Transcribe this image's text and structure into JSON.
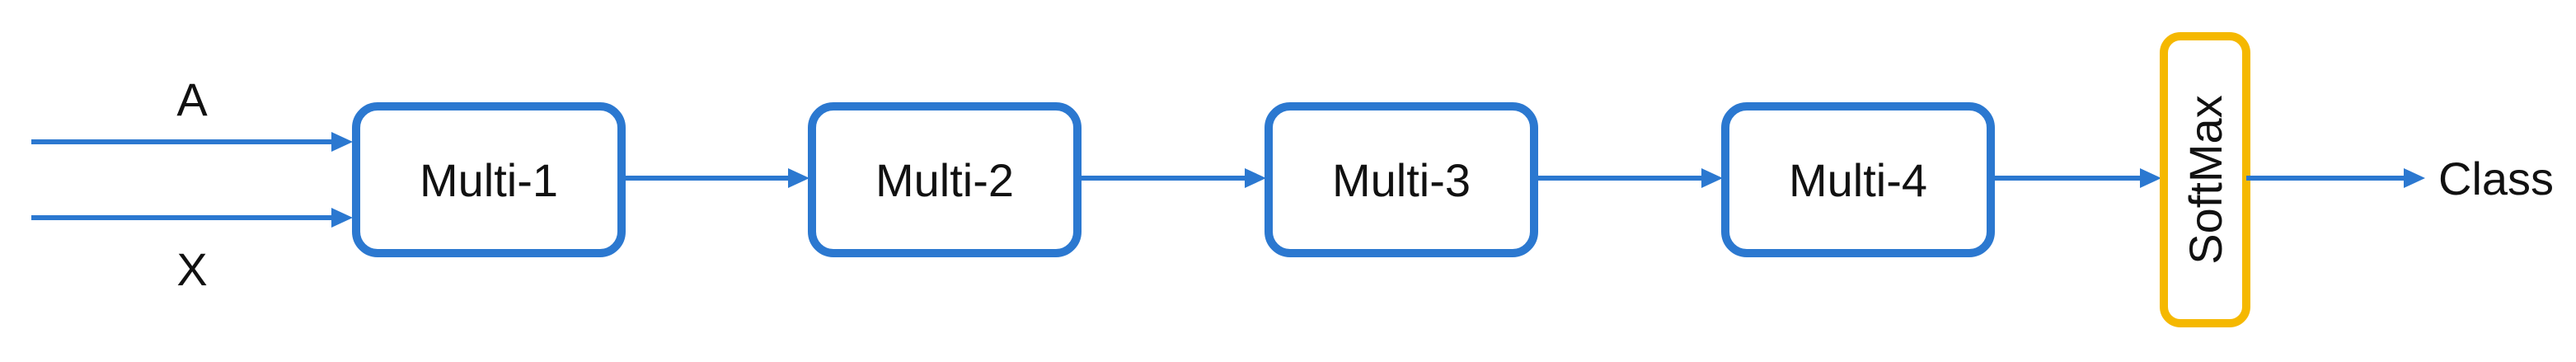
{
  "diagram": {
    "inputs": {
      "a": "A",
      "x": "X"
    },
    "nodes": {
      "multi1": "Multi-1",
      "multi2": "Multi-2",
      "multi3": "Multi-3",
      "multi4": "Multi-4",
      "softmax": "SoftMax"
    },
    "output": "Class"
  },
  "colors": {
    "edge": "#2b78d0",
    "box_border": "#2b78d0",
    "softmax_border": "#f5b800",
    "text": "#111111",
    "background": "#ffffff"
  }
}
